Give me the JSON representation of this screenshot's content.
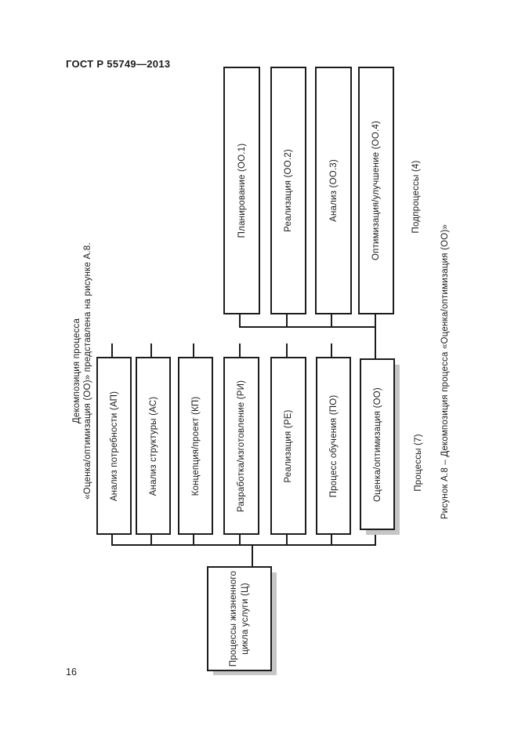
{
  "page": {
    "header": "ГОСТ Р 55749—2013",
    "page_number": "16"
  },
  "intro": {
    "line1": "Декомпозиция процесса",
    "line2": "«Оценка/оптимизация (ОО)» представлена на рисунке А.8."
  },
  "diagram": {
    "root_box": {
      "line1": "Процессы жизненного",
      "line2": "цикла услуги (Ц)"
    },
    "processes_group_label": "Процессы (7)",
    "processes": [
      "Анализ потребности (АП)",
      "Анализ структуры (АС)",
      "Концепция/проект (КП)",
      "Разработка/изготовление (РИ)",
      "Реализация (РЕ)",
      "Процесс обучения (ПО)",
      "Оценка/оптимизация (ОО)"
    ],
    "subprocesses_group_label": "Подпроцессы (4)",
    "subprocesses": [
      "Планирование (ОО.1)",
      "Реализация (ОО.2)",
      "Анализ (ОО.3)",
      "Оптимизация/улучшение (ОО.4)"
    ],
    "caption": "Рисунок А.8 – Декомпозиция процесса «Оценка/оптимизация (ОО)»"
  },
  "colors": {
    "line": "#1c1c1c",
    "shadow": "#c6c6c6",
    "background": "#ffffff"
  }
}
